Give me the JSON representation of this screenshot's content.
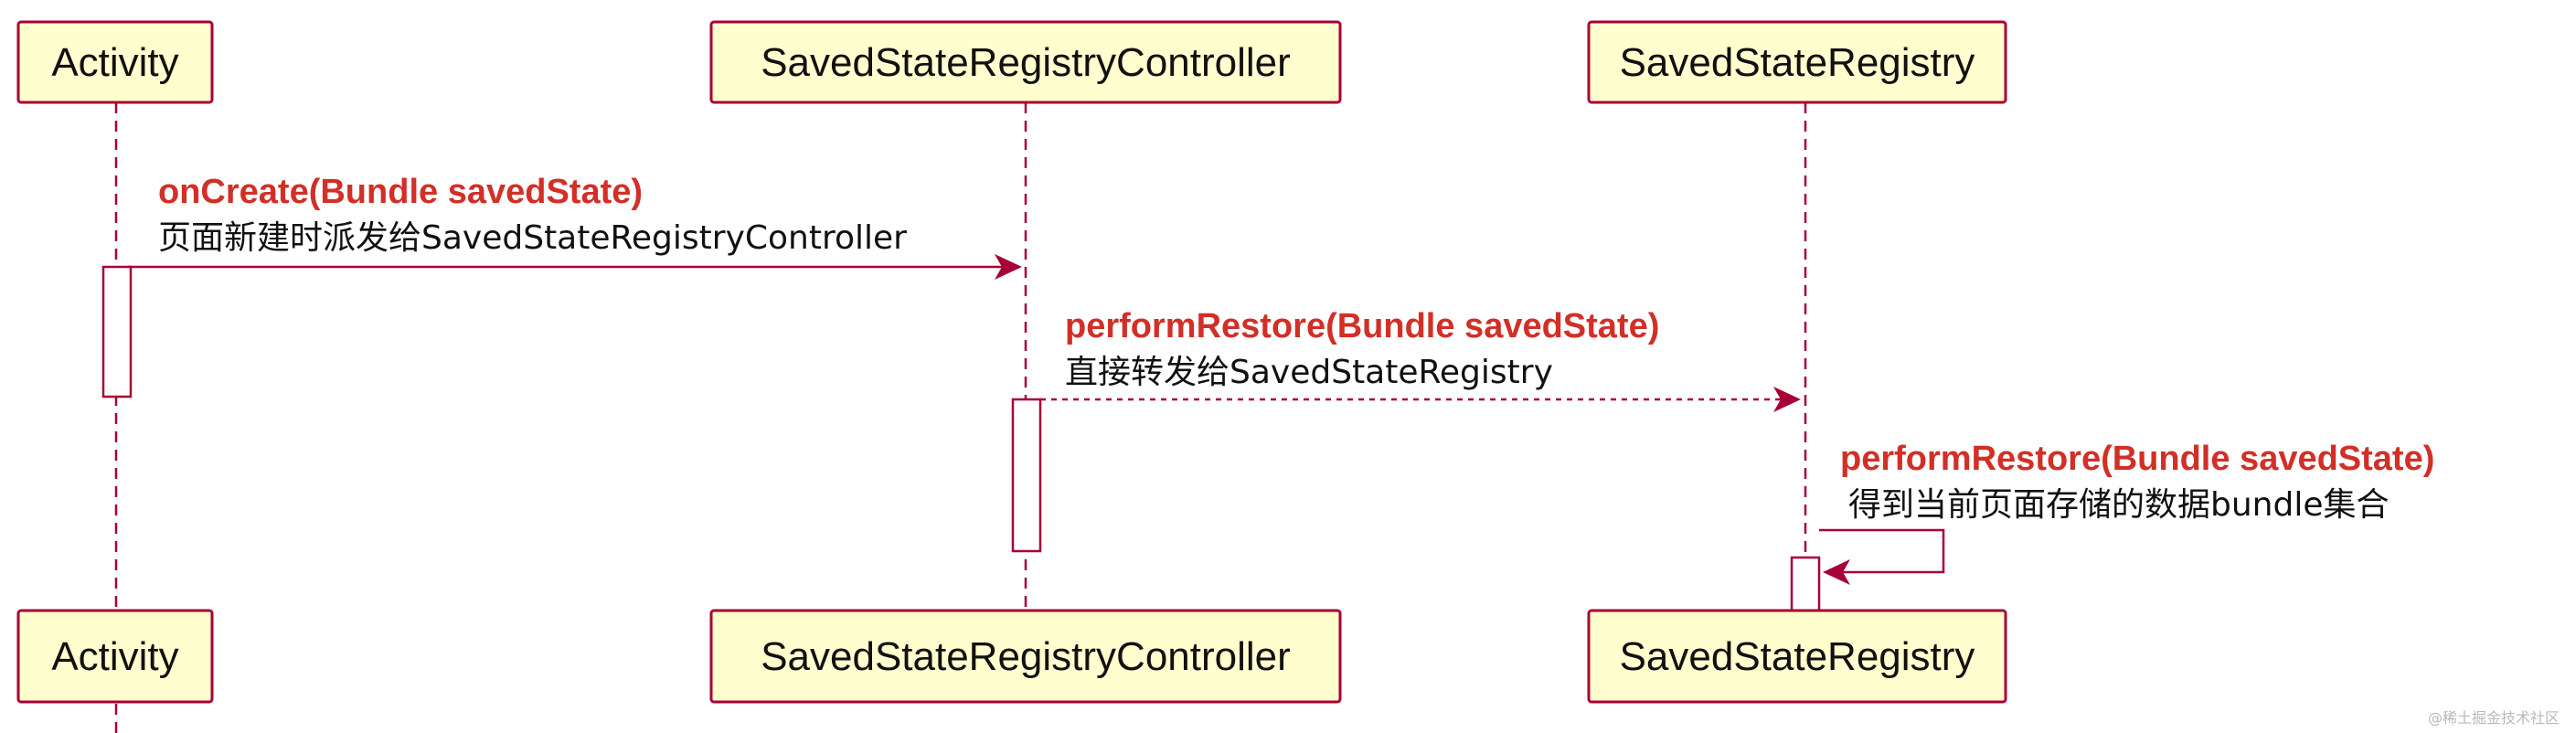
{
  "participants_top": [
    {
      "id": "activity",
      "label": "Activity"
    },
    {
      "id": "controller",
      "label": "SavedStateRegistryController"
    },
    {
      "id": "registry",
      "label": "SavedStateRegistry"
    }
  ],
  "participants_bottom": [
    {
      "id": "activity",
      "label": "Activity"
    },
    {
      "id": "controller",
      "label": "SavedStateRegistryController"
    },
    {
      "id": "registry",
      "label": "SavedStateRegistry"
    }
  ],
  "messages": [
    {
      "name": "onCreate(Bundle savedState)",
      "desc": "页面新建时派发给SavedStateRegistryController",
      "style": "solid"
    },
    {
      "name": "performRestore(Bundle savedState)",
      "desc": "直接转发给SavedStateRegistry",
      "style": "dashed"
    },
    {
      "name": "performRestore(Bundle savedState)",
      "desc": "得到当前页面存储的数据bundle集合",
      "style": "self"
    }
  ],
  "colors": {
    "participant_fill": "#fefece",
    "border": "#a80036",
    "message_name": "#d22f27",
    "text": "#111111"
  },
  "watermark": "@稀土掘金技术社区"
}
